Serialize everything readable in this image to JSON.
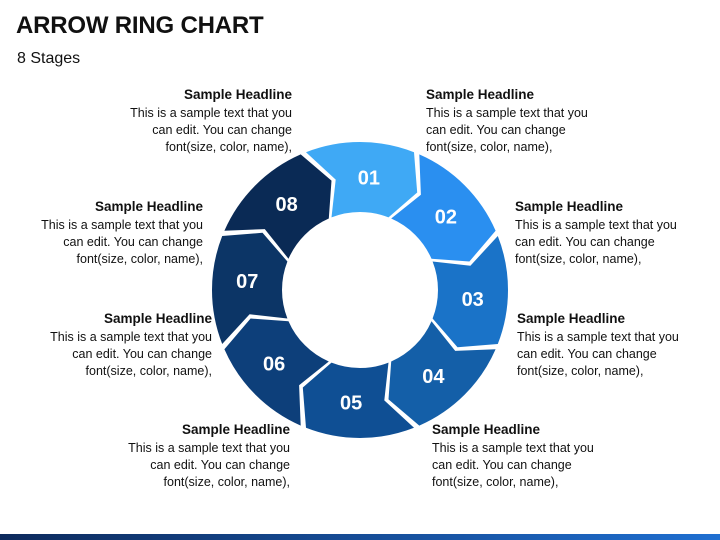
{
  "title": "ARROW RING CHART",
  "subtitle": "8 Stages",
  "stages": [
    {
      "num": "01",
      "color": "#3fa9f5"
    },
    {
      "num": "02",
      "color": "#2a8ff0"
    },
    {
      "num": "03",
      "color": "#1a73c8"
    },
    {
      "num": "04",
      "color": "#145fa8"
    },
    {
      "num": "05",
      "color": "#0f4f94"
    },
    {
      "num": "06",
      "color": "#0d3f7a"
    },
    {
      "num": "07",
      "color": "#0c3566"
    },
    {
      "num": "08",
      "color": "#0a2a55"
    }
  ],
  "blocks": [
    {
      "headline": "Sample Headline",
      "text": "This is a sample text that you\ncan edit. You can change\nfont(size, color, name),"
    },
    {
      "headline": "Sample Headline",
      "text": "This is a sample text that you\ncan edit. You can change\nfont(size, color, name),"
    },
    {
      "headline": "Sample Headline",
      "text": "This is a sample text that you\ncan edit. You can change\nfont(size, color, name),"
    },
    {
      "headline": "Sample Headline",
      "text": "This is a sample text that you\ncan edit. You can change\nfont(size, color, name),"
    },
    {
      "headline": "Sample Headline",
      "text": "This is a sample text that you\ncan edit. You can change\nfont(size, color, name),"
    },
    {
      "headline": "Sample Headline",
      "text": "This is a sample text that you\ncan edit. You can change\nfont(size, color, name),"
    },
    {
      "headline": "Sample Headline",
      "text": "This is a sample text that you\ncan edit. You can change\nfont(size, color, name),"
    },
    {
      "headline": "Sample Headline",
      "text": "This is a sample text that you\ncan edit. You can change\nfont(size, color, name),"
    }
  ]
}
